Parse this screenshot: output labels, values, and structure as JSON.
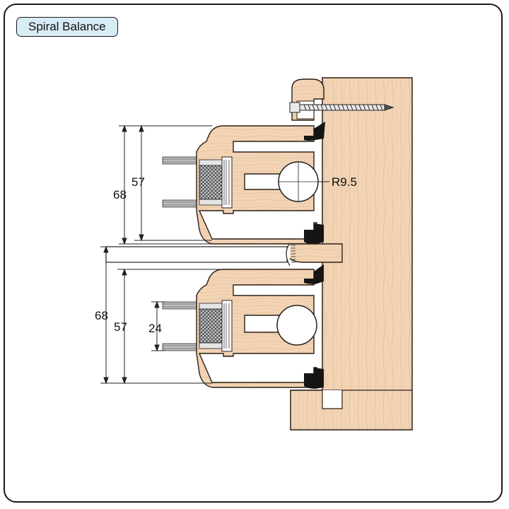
{
  "title": "Spiral Balance",
  "dimensions": {
    "upper_outer": "68",
    "upper_inner": "57",
    "lower_outer": "68",
    "lower_inner": "57",
    "glass_thickness": "24",
    "radius_label": "R9.5"
  },
  "colors": {
    "wood_fill": "#f2d4b5",
    "wood_grain": "#ddb592",
    "seal": "#151515",
    "gasket": "#6a6a6a",
    "outline": "#2b1f14"
  }
}
